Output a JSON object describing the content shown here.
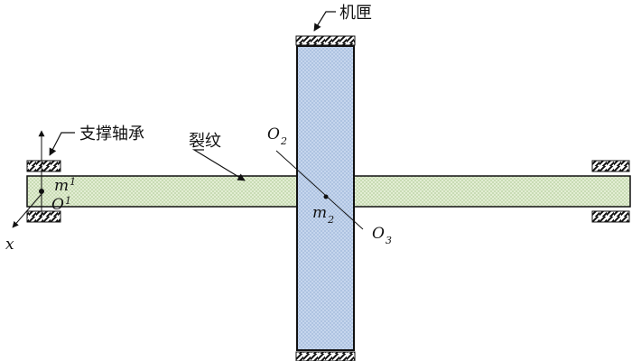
{
  "labels": {
    "casing": "机匣",
    "bearing": "支撑轴承",
    "crack": "裂纹",
    "axis_x": "x",
    "m1": {
      "main": "m",
      "sub": "1"
    },
    "o1": {
      "main": "O",
      "sub": "1"
    },
    "o2": {
      "main": "O",
      "sub": "2"
    },
    "m2": {
      "main": "m",
      "sub": "2"
    },
    "o3": {
      "main": "O",
      "sub": "3"
    }
  },
  "colors": {
    "shaft_fill": "#e6f1d8",
    "shaft_hatch": "#b8cfa0",
    "disk_fill": "#c9d9ef",
    "disk_hatch": "#9fb7da",
    "outline": "#111111"
  }
}
